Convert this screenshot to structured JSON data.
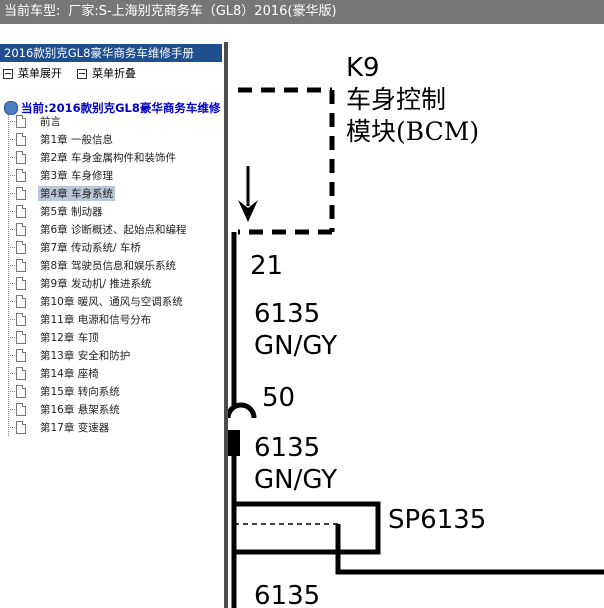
{
  "header": {
    "label": "当前车型:",
    "value": "厂家:S-上海别克商务车（GL8）2016(豪华版)"
  },
  "sidebar": {
    "title": "2016款别克GL8豪华商务车维修手册",
    "toolbar": {
      "expand": "菜单展开",
      "collapse": "菜单折叠"
    },
    "root": "当前:2016款别克GL8豪华商务车维修",
    "items": [
      "前言",
      "第1章 一般信息",
      "第2章 车身金属构件和装饰件",
      "第3章 车身修理",
      "第4章 车身系统",
      "第5章 制动器",
      "第6章 诊断概述、起始点和编程",
      "第7章 传动系统/ 车桥",
      "第8章 驾驶员信息和娱乐系统",
      "第9章 发动机/ 推进系统",
      "第10章 暖风、通风与空调系统",
      "第11章 电源和信号分布",
      "第12章 车顶",
      "第13章 安全和防护",
      "第14章 座椅",
      "第15章 转向系统",
      "第16章 悬架系统",
      "第17章 变速器"
    ],
    "selected_index": 4
  },
  "diagram": {
    "module_id": "K9",
    "module_name_1": "车身控制",
    "module_name_2": "模块(BCM)",
    "pin_top": "21",
    "wire_top_circuit": "6135",
    "wire_top_color": "GN/GY",
    "connector_pin": "50",
    "wire_mid_circuit": "6135",
    "wire_mid_color": "GN/GY",
    "splice": "SP6135",
    "wire_bottom_circuit": "6135"
  }
}
